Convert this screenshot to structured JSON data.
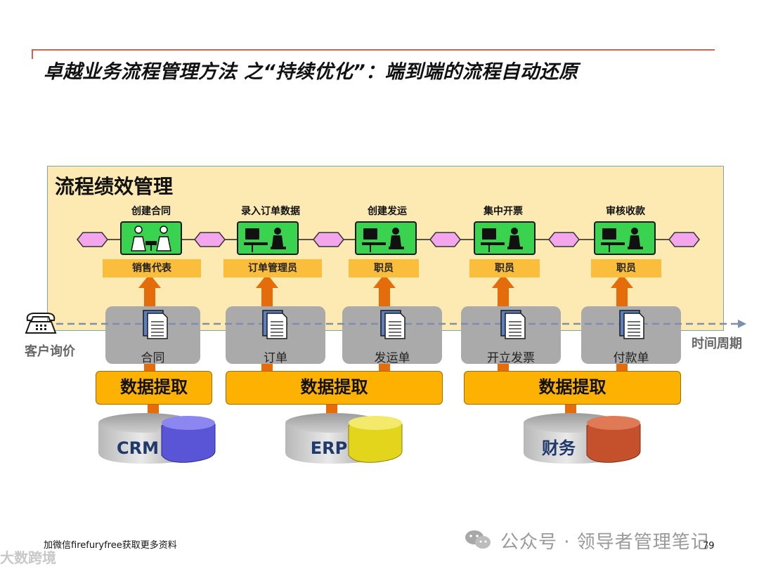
{
  "title": "卓越业务流程管理方法 之“持续优化”：端到端的流程自动还原",
  "panel": {
    "title": "流程绩效管理"
  },
  "steps": [
    {
      "label": "创建合同",
      "role": "销售代表",
      "document": "合同"
    },
    {
      "label": "录入订单数据",
      "role": "订单管理员",
      "document": "订单"
    },
    {
      "label": "创建发运",
      "role": "职员",
      "document": "发运单"
    },
    {
      "label": "集中开票",
      "role": "职员",
      "document": "开立发票"
    },
    {
      "label": "审核收款",
      "role": "职员",
      "document": "付款单"
    }
  ],
  "customer_inquiry": "客户询价",
  "time_cycle": "时间周期",
  "extraction": [
    "数据提取",
    "数据提取",
    "数据提取"
  ],
  "systems": [
    {
      "name": "CRM",
      "slice_color": "#5a55d6"
    },
    {
      "name": "ERP",
      "slice_color": "#e3d51c"
    },
    {
      "name": "财务",
      "slice_color": "#c4512c"
    }
  ],
  "colors": {
    "panel_bg": "#fdeab2",
    "actor_green": "#39d34f",
    "role_orange": "#fbbd3c",
    "arrow_orange": "#e46c0a",
    "connector_pink": "#f4a6ec",
    "title_rule": "#d9604a"
  },
  "footer": {
    "left_note": "加微信firefuryfree获取更多资料",
    "watermark": "公众号 · 领导者管理笔记",
    "page_number": "79",
    "corner_watermark": "大数跨境"
  }
}
